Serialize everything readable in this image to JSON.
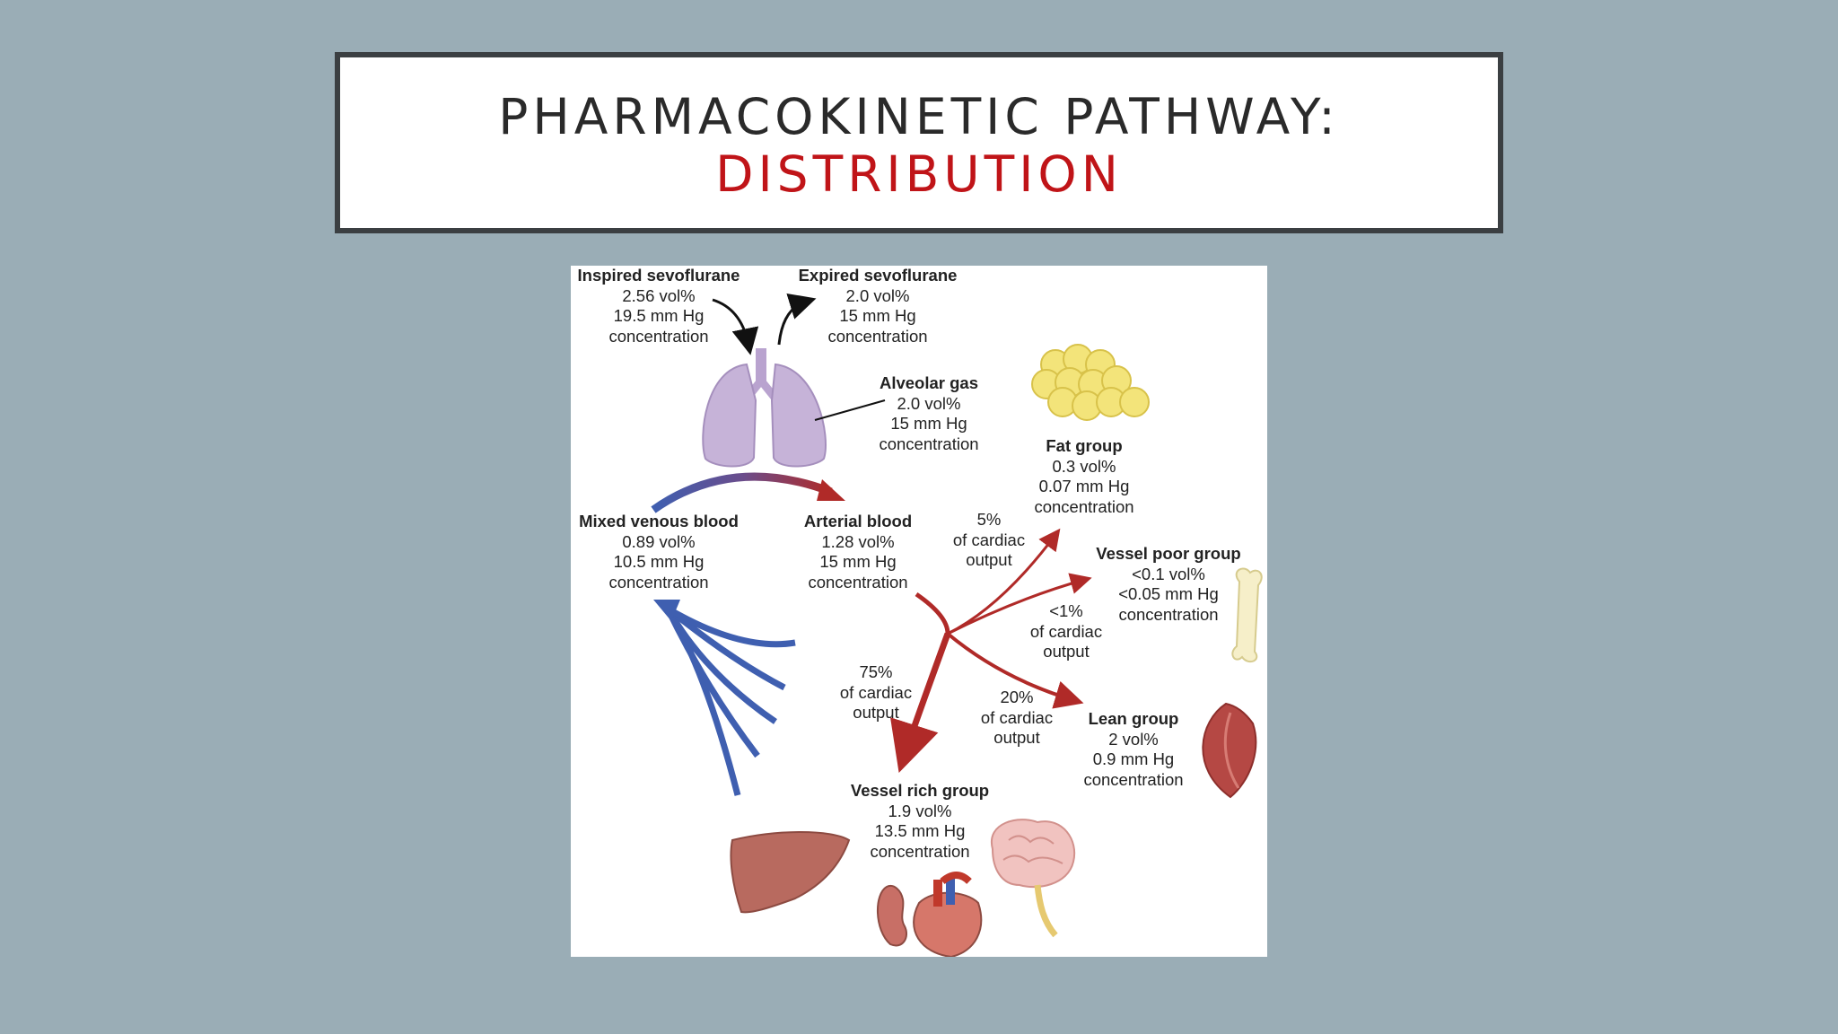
{
  "title": {
    "line1": "PHARMACOKINETIC PATHWAY:",
    "line2": "DISTRIBUTION"
  },
  "diagram": {
    "inspired": {
      "name": "Inspired sevoflurane",
      "vol": "2.56 vol%",
      "pressure": "19.5 mm Hg",
      "unit": "concentration"
    },
    "expired": {
      "name": "Expired sevoflurane",
      "vol": "2.0 vol%",
      "pressure": "15 mm Hg",
      "unit": "concentration"
    },
    "alveolar": {
      "name": "Alveolar gas",
      "vol": "2.0 vol%",
      "pressure": "15 mm Hg",
      "unit": "concentration"
    },
    "fat": {
      "name": "Fat group",
      "vol": "0.3 vol%",
      "pressure": "0.07 mm Hg",
      "unit": "concentration"
    },
    "mixed_venous": {
      "name": "Mixed venous blood",
      "vol": "0.89 vol%",
      "pressure": "10.5 mm Hg",
      "unit": "concentration"
    },
    "arterial": {
      "name": "Arterial blood",
      "vol": "1.28 vol%",
      "pressure": "15 mm Hg",
      "unit": "concentration"
    },
    "vessel_poor": {
      "name": "Vessel poor group",
      "vol": "<0.1 vol%",
      "pressure": "<0.05 mm Hg",
      "unit": "concentration"
    },
    "lean": {
      "name": "Lean group",
      "vol": "2 vol%",
      "pressure": "0.9 mm Hg",
      "unit": "concentration"
    },
    "vessel_rich": {
      "name": "Vessel rich group",
      "vol": "1.9 vol%",
      "pressure": "13.5 mm Hg",
      "unit": "concentration"
    },
    "co_fat": {
      "pct": "5%",
      "line2": "of cardiac",
      "line3": "output"
    },
    "co_poor": {
      "pct": "<1%",
      "line2": "of cardiac",
      "line3": "output"
    },
    "co_lean": {
      "pct": "20%",
      "line2": "of cardiac",
      "line3": "output"
    },
    "co_rich": {
      "pct": "75%",
      "line2": "of cardiac",
      "line3": "output"
    },
    "colors": {
      "venous": "#3f5fb0",
      "arterial": "#b02a28",
      "lung": "#c6b3d8",
      "fat": "#f3e47a"
    }
  }
}
